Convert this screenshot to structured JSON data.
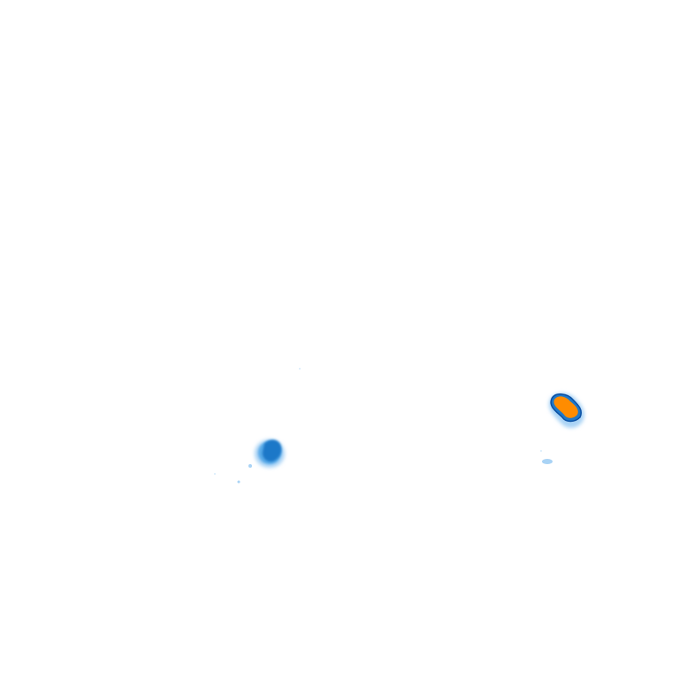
{
  "map": {
    "type": "precipitation-radar-tile",
    "background_color": "#ffffff",
    "legend_colors": {
      "light": "#a9d3f5",
      "moderate": "#5aaae8",
      "heavy": "#1f78c8",
      "very_heavy": "#ff8c00",
      "outline": "#0a4fa3"
    },
    "cells": [
      {
        "id": "west-cell",
        "intensity": "moderate"
      },
      {
        "id": "east-cell",
        "intensity": "very_heavy"
      },
      {
        "id": "south-east-trail",
        "intensity": "light"
      }
    ]
  }
}
